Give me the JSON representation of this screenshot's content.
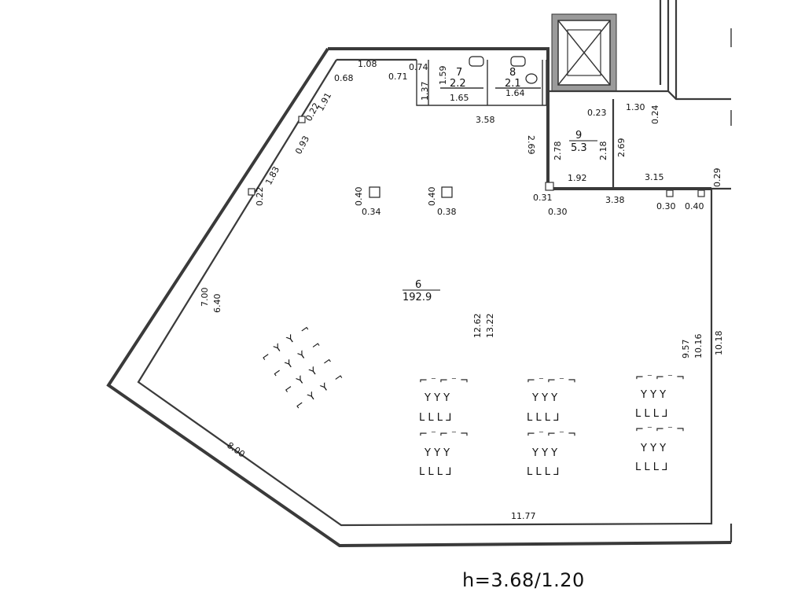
{
  "rooms": [
    {
      "number": "6",
      "area": "192.9"
    },
    {
      "number": "7",
      "area": "2.2"
    },
    {
      "number": "8",
      "area": "2.1"
    },
    {
      "number": "9",
      "area": "5.3"
    }
  ],
  "dimensions": {
    "d1": "1.08",
    "d2": "0.74",
    "d3": "0.68",
    "d4": "0.71",
    "d5": "1.59",
    "d6": "1.37",
    "d7": "1.65",
    "d8": "1.64",
    "d9": "1.91",
    "d10": "0.22",
    "d11": "0.93",
    "d12": "3.58",
    "d13": "1.83",
    "d14": "0.22",
    "d15": "0.40",
    "d16": "0.34",
    "d17": "0.40",
    "d18": "0.38",
    "d19": "0.23",
    "d20": "1.30",
    "d21": "0.24",
    "d22": "2.78",
    "d23": "2.18",
    "d24": "2.69",
    "d25": "2.69",
    "d26": "1.92",
    "d27": "3.15",
    "d28": "0.29",
    "d29": "0.31",
    "d30": "0.30",
    "d31": "3.38",
    "d32": "0.30",
    "d33": "0.40",
    "d34": "7.00",
    "d35": "6.40",
    "d36": "12.62",
    "d37": "13.22",
    "d38": "9.57",
    "d39": "10.16",
    "d40": "10.18",
    "d41": "8.00",
    "d42": "11.77"
  },
  "ceiling_height": "h=3.68/1.20"
}
